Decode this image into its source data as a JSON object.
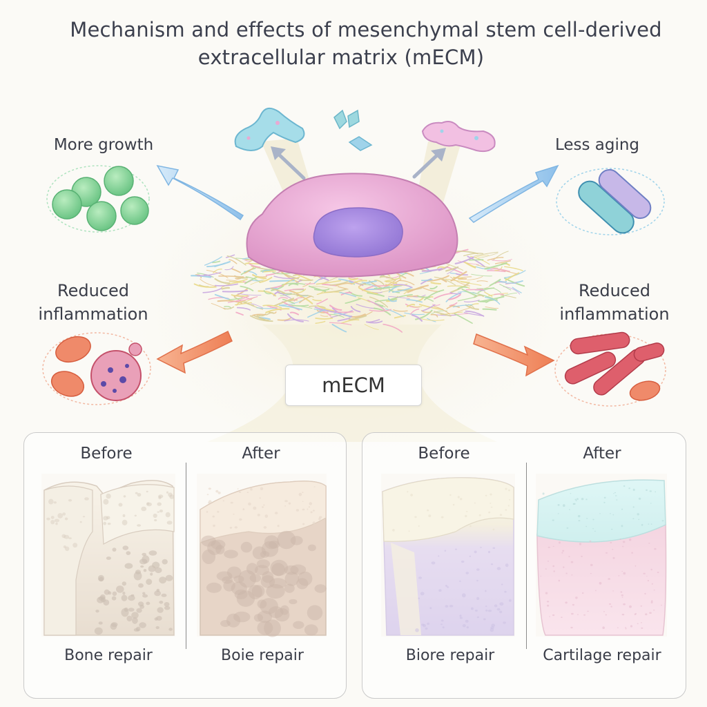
{
  "title": {
    "line1": "Mechanism and effects of mesenchymal stem cell-derived",
    "line2": "extracellular matrix (mECM)"
  },
  "center_label": "mECM",
  "effects": {
    "top_left": "More growth",
    "top_right": "Less aging",
    "middle_left": [
      "Reduced",
      "inflammation"
    ],
    "middle_right": [
      "Reduced",
      "inflammation"
    ]
  },
  "panels": [
    {
      "before_label": "Before",
      "after_label": "After",
      "before_caption": "Bone repair",
      "after_caption": "Boie repair"
    },
    {
      "before_label": "Before",
      "after_label": "After",
      "before_caption": "Biore repair",
      "after_caption": "Cartilage repair"
    }
  ],
  "colors": {
    "cell_body": "#e9a9d3",
    "nucleus": "#a98be0",
    "growth_cells": "#8fd69a",
    "aging_rods": "#7fc8d8",
    "inflammation_left": "#e8745a",
    "inflammation_right": "#d9525e",
    "arrow_blue": "#9cc8ec",
    "arrow_orange": "#f08a60",
    "cartilage_top": "#a9e6e4",
    "cartilage_bottom": "#f0b4cc",
    "bone": "#e9dcc4"
  }
}
